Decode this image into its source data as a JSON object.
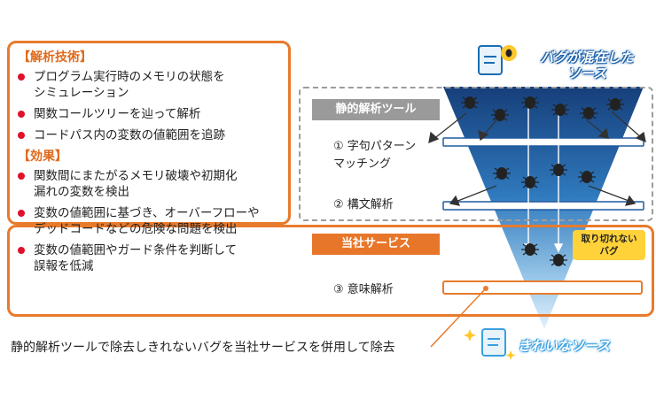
{
  "info": {
    "analysis_title": "【解析技術】",
    "analysis_items": [
      "プログラム実行時のメモリの状態を\nシミュレーション",
      "関数コールツリーを辿って解析",
      "コードパス内の変数の値範囲を追跡"
    ],
    "effect_title": "【効果】",
    "effect_items": [
      "関数間にまたがるメモリ破壊や初期化\n漏れの変数を検出",
      "変数の値範囲に基づき、オーバーフローや\nデッドコードなどの危険な問題を検出",
      "変数の値範囲やガード条件を判断して\n誤報を低減"
    ]
  },
  "diagram": {
    "top_label": "バグが混在した\nソース",
    "static_tool_label": "静的解析ツール",
    "step1": "① 字句パターン\n    マッチング",
    "step2": "② 構文解析",
    "service_label": "当社サービス",
    "step3": "③ 意味解析",
    "callout": "取り切れない\nバグ",
    "bottom_label": "きれいなソース",
    "caption": "静的解析ツールで除去しきれないバグを当社サービスを併用して除去"
  },
  "colors": {
    "accent_orange": "#e87a2c",
    "bullet_red": "#e0112a",
    "funnel_dark": "#1c4f8f",
    "funnel_light": "#cfe6f6",
    "callout_yellow": "#ffd23a"
  }
}
